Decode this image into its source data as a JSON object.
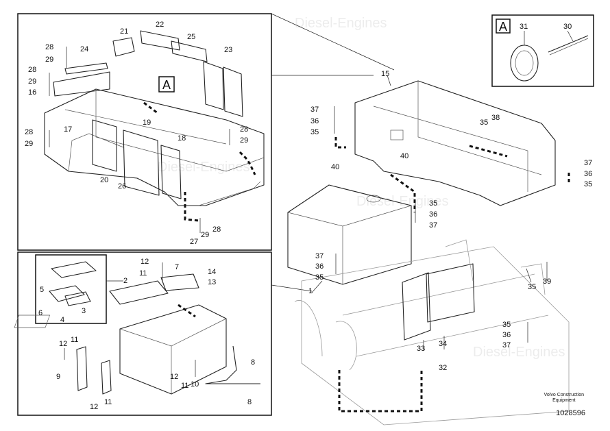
{
  "diagram": {
    "watermark": "Diesel-Engines",
    "detail_label": "A",
    "manufacturer": {
      "line1": "Volvo Construction",
      "line2": "Equipment"
    },
    "document_number": "1028596",
    "callouts": {
      "c21": "21",
      "c22": "22",
      "c25": "25",
      "c23": "23",
      "c28a": "28",
      "c24": "24",
      "c29a": "29",
      "c28b": "28",
      "c29b": "29",
      "c16": "16",
      "c19": "19",
      "c28c": "28",
      "c17": "17",
      "c29c": "29",
      "c28d": "28",
      "c29d": "29",
      "c18": "18",
      "c20": "20",
      "c26": "26",
      "c27": "27",
      "c29e": "29",
      "c28e": "28",
      "c15": "15",
      "c37a": "37",
      "c36a": "36",
      "c35a": "35",
      "c40a": "40",
      "c40b": "40",
      "c35b": "35",
      "c38": "38",
      "c37b": "37",
      "c36b": "36",
      "c35c": "35",
      "c35d": "35",
      "c36c": "36",
      "c37c": "37",
      "c37d": "37",
      "c36d": "36",
      "c35e": "35",
      "c1": "1",
      "c35f": "35",
      "c39": "39",
      "c35g": "35",
      "c36e": "36",
      "c37e": "37",
      "c33": "33",
      "c34": "34",
      "c32": "32",
      "c31": "31",
      "c30": "30",
      "c12a": "12",
      "c11a": "11",
      "c7": "7",
      "c14": "14",
      "c13": "13",
      "c2": "2",
      "c5": "5",
      "c3": "3",
      "c6": "6",
      "c4": "4",
      "c12b": "12",
      "c11b": "11",
      "c9": "9",
      "c8a": "8",
      "c12c": "12",
      "c11c": "11",
      "c10": "10",
      "c11d": "11",
      "c12d": "12",
      "c8b": "8"
    }
  }
}
